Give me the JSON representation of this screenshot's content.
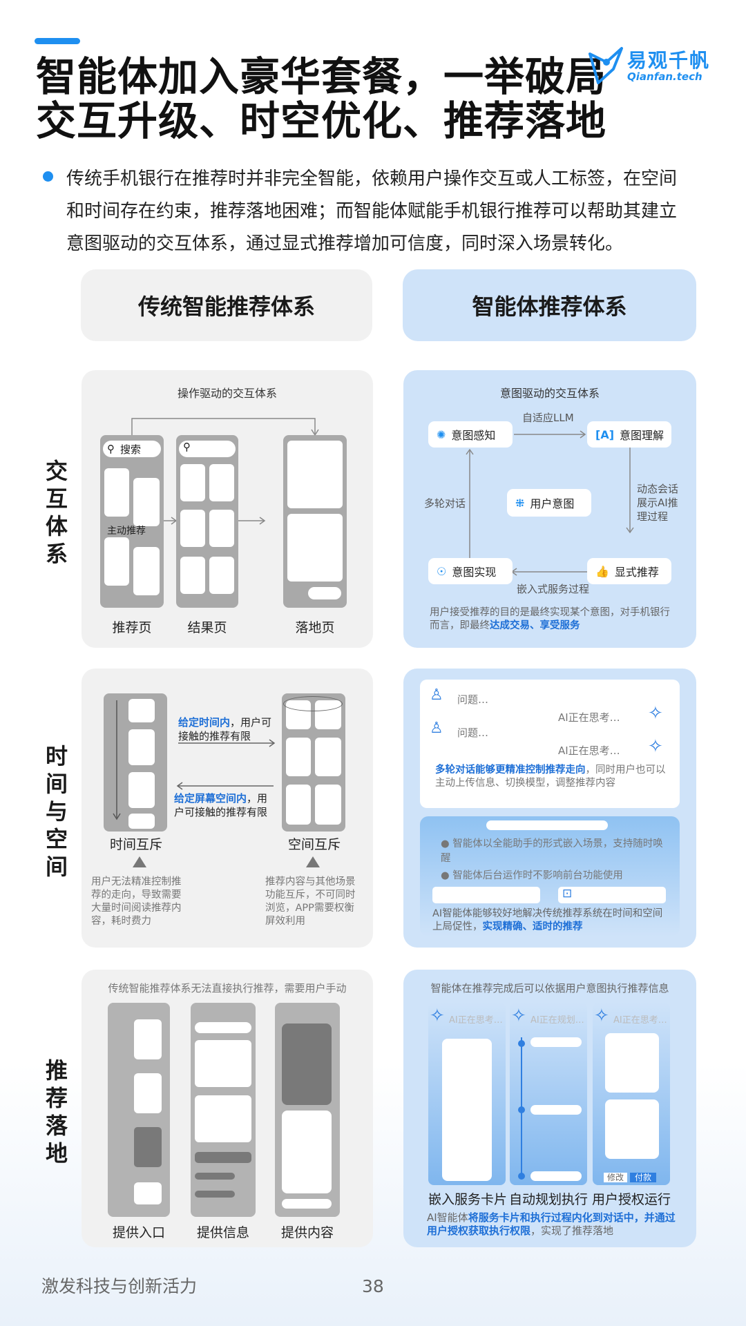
{
  "title_line1": "智能体加入豪华套餐，一举破局",
  "title_line2": "交互升级、时空优化、推荐落地",
  "logo": {
    "cn": "易观千帆",
    "en": "Qianfan.tech"
  },
  "intro": "传统手机银行在推荐时并非完全智能，依赖用户操作交互或人工标签，在空间和时间存在约束，推荐落地困难；而智能体赋能手机银行推荐可以帮助其建立意图驱动的交互体系，通过显式推荐增加可信度，同时深入场景转化。",
  "col_left": "传统智能推荐体系",
  "col_right": "智能体推荐体系",
  "row1_label": [
    "交",
    "互",
    "体",
    "系"
  ],
  "row2_label": [
    "时",
    "间",
    "与",
    "空",
    "间"
  ],
  "row3_label": [
    "推",
    "荐",
    "落",
    "地"
  ],
  "r1l": {
    "title": "操作驱动的交互体系",
    "search": "搜索",
    "active": "主动推荐",
    "caps": [
      "推荐页",
      "结果页",
      "落地页"
    ]
  },
  "r1r": {
    "title": "意图驱动的交互体系",
    "n1": "意图感知",
    "n2": "意图理解",
    "n3": "用户意图",
    "n4": "意图实现",
    "n5": "显式推荐",
    "e_top": "自适应LLM",
    "e_left": "多轮对话",
    "e_right": "动态会话展示AI推理过程",
    "e_bottom": "嵌入式服务过程",
    "note_a": "用户接受推荐的目的是最终实现某个意图，对手机银行而言，即最终",
    "note_b": "达成交易、享受服务"
  },
  "r2l": {
    "t1a": "给定时间内",
    "t1b": "，用户可接触的推荐有限",
    "t2a": "给定屏幕空间内",
    "t2b": "，用户可接触的推荐有限",
    "cap1": "时间互斥",
    "cap2": "空间互斥",
    "note1": "用户无法精准控制推荐的走向，导致需要大量时间阅读推荐内容，耗时费力",
    "note2": "推荐内容与其他场景功能互斥，不可同时浏览，APP需要权衡屏效利用"
  },
  "r2r": {
    "q1": "问题…",
    "q2": "问题…",
    "a1": "AI正在思考…",
    "a2": "AI正在思考…",
    "m_a": "多轮对话能够更精准控制推荐走向",
    "m_b": "，同时用户也可以主动上传信息、切换模型，调整推荐内容",
    "b1": "智能体以全能助手的形式嵌入场景，支持随时唤醒",
    "b2": "智能体后台运作时不影响前台功能使用",
    "note_a": "AI智能体能够较好地解决传统推荐系统在时间和空间上局促性，",
    "note_b": "实现精确、适时的推荐"
  },
  "r3l": {
    "title": "传统智能推荐体系无法直接执行推荐，需要用户手动",
    "caps": [
      "提供入口",
      "提供信息",
      "提供内容"
    ]
  },
  "r3r": {
    "title": "智能体在推荐完成后可以依据用户意图执行推荐信息",
    "th1": "AI正在思考…",
    "th2": "AI正在规划…",
    "th3": "AI正在思考…",
    "btn_edit": "修改",
    "btn_pay": "付款",
    "caps": [
      "嵌入服务卡片",
      "自动规划执行",
      "用户授权运行"
    ],
    "note_a": "AI智能体",
    "note_b": "将服务卡片和执行过程内化到对话中，并通过用户授权获取执行权限",
    "note_c": "，实现了推荐落地"
  },
  "footer": {
    "left": "激发科技与创新活力",
    "page": "38"
  }
}
